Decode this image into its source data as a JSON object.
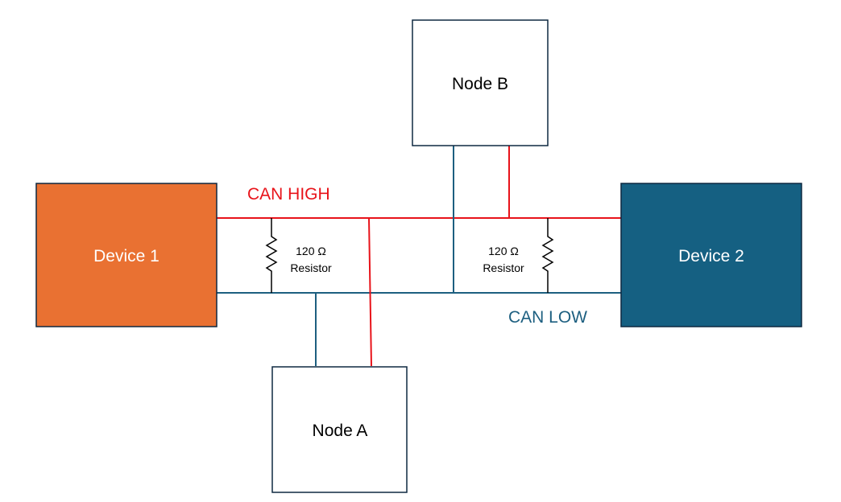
{
  "colors": {
    "can_high": "#e8131a",
    "can_low": "#1d5f80",
    "device1_fill": "#e97132",
    "device2_fill": "#156082",
    "box_border": "#0e2841",
    "resistor": "#000000",
    "label_text": "#000000",
    "device_text": "#ffffff"
  },
  "devices": {
    "device1": {
      "label": "Device 1"
    },
    "device2": {
      "label": "Device 2"
    }
  },
  "nodes": {
    "node_a": {
      "label": "Node A"
    },
    "node_b": {
      "label": "Node B"
    }
  },
  "bus": {
    "high_label": "CAN HIGH",
    "low_label": "CAN LOW"
  },
  "resistors": [
    {
      "value": "120 Ω",
      "name": "Resistor"
    },
    {
      "value": "120 Ω",
      "name": "Resistor"
    }
  ]
}
